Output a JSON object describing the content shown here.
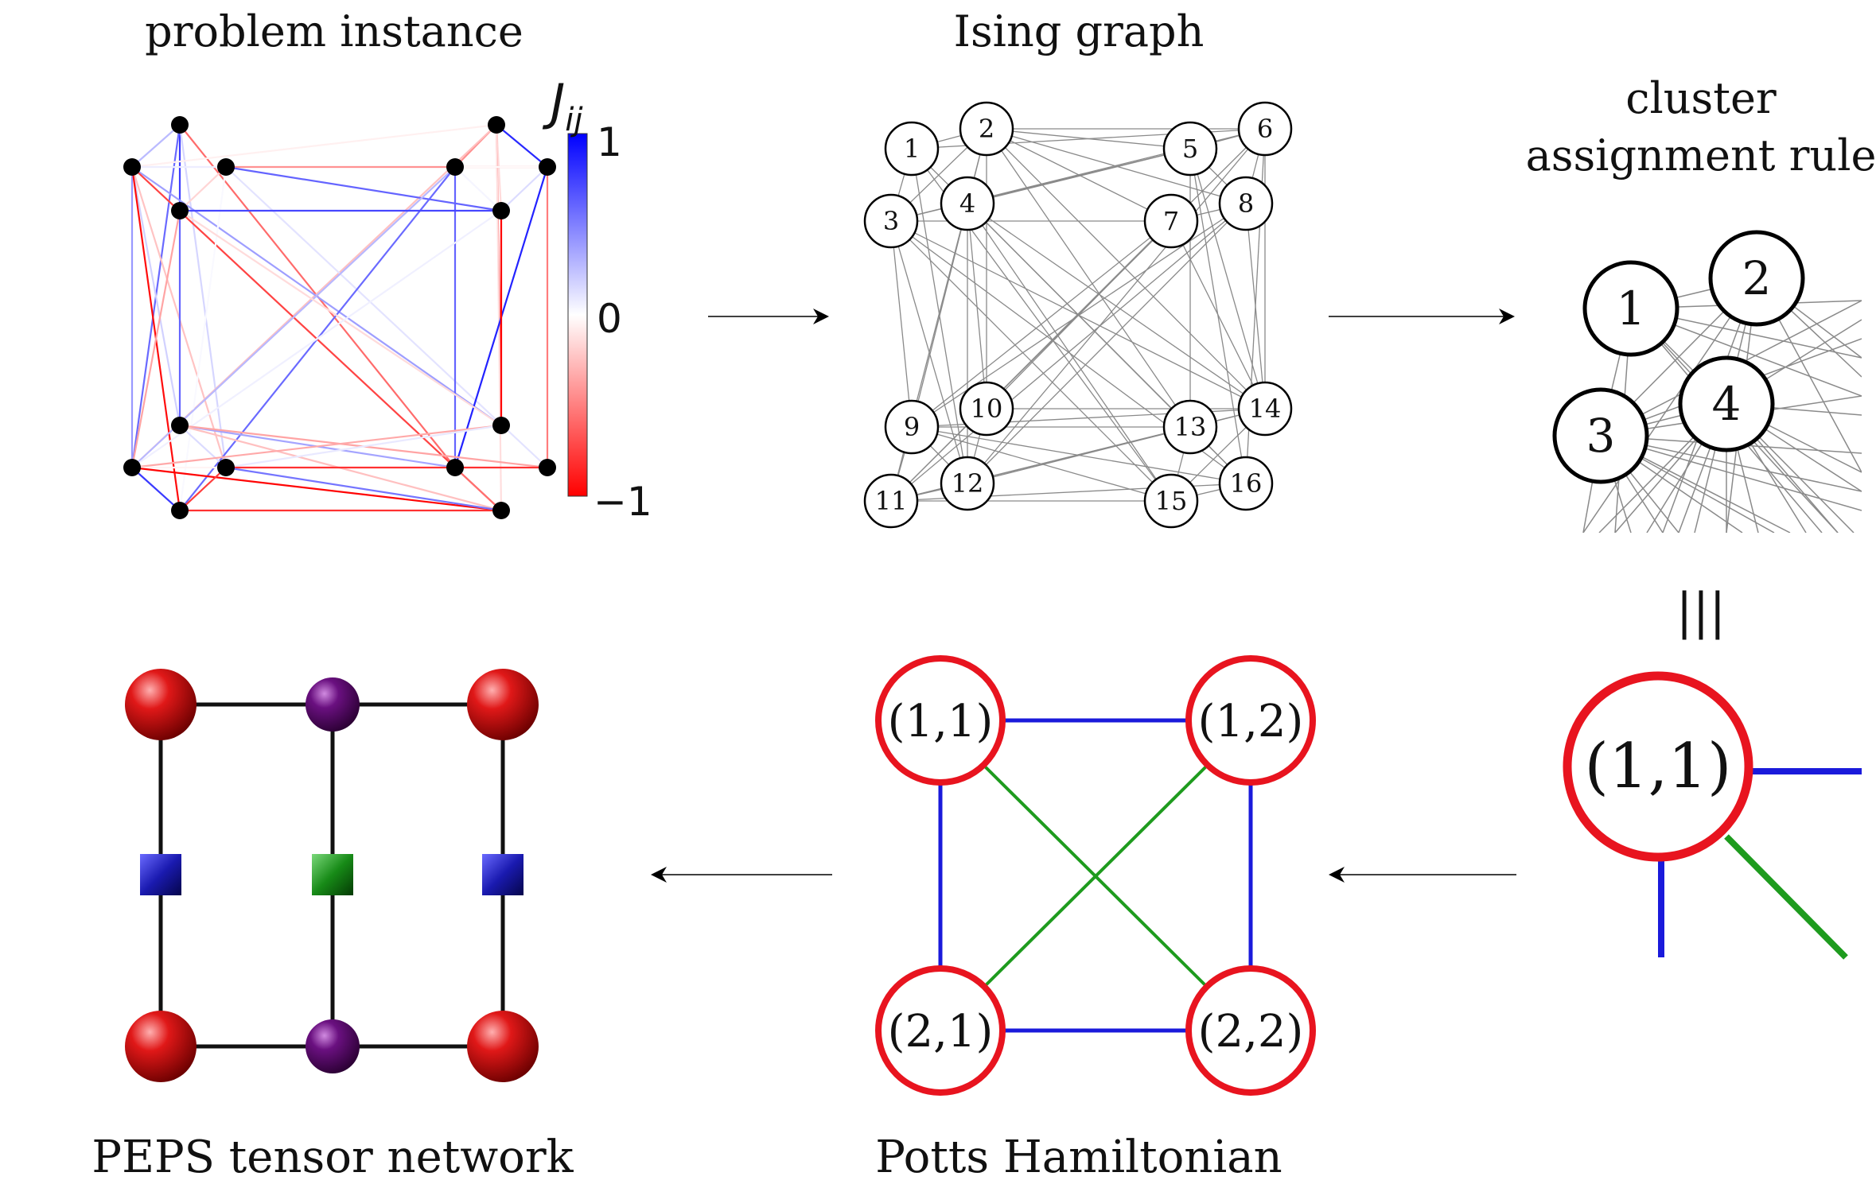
{
  "captions": {
    "problem_instance": "problem instance",
    "ising_graph": "Ising graph",
    "cluster_line1": "cluster",
    "cluster_line2": "assignment rule",
    "peps": "PEPS tensor network",
    "potts": "Potts Hamiltonian",
    "equiv_symbol": "|||"
  },
  "colorbar": {
    "label_main": "J",
    "label_sub": "ij",
    "tick_top": "1",
    "tick_mid": "0",
    "tick_bottom": "−1",
    "color_positive": "#0000ff",
    "color_zero": "#ffffff",
    "color_negative": "#ff0000"
  },
  "ising_nodes": [
    "1",
    "2",
    "3",
    "4",
    "5",
    "6",
    "7",
    "8",
    "9",
    "10",
    "11",
    "12",
    "13",
    "14",
    "15",
    "16"
  ],
  "cluster_nodes": [
    "1",
    "2",
    "3",
    "4"
  ],
  "potts_nodes": [
    "(1,1)",
    "(1,2)",
    "(2,1)",
    "(2,2)"
  ],
  "zoom_node": "(1,1)",
  "colors": {
    "potts_ring": "#e8141f",
    "intra_edge": "#1a1adb",
    "diag_edge": "#1e9b1e",
    "peps_red": "#cc1111",
    "peps_purple": "#5a0a6e",
    "peps_blue": "#1a1aa8",
    "peps_green": "#127a12",
    "gray_edge": "#8a8a8a"
  }
}
